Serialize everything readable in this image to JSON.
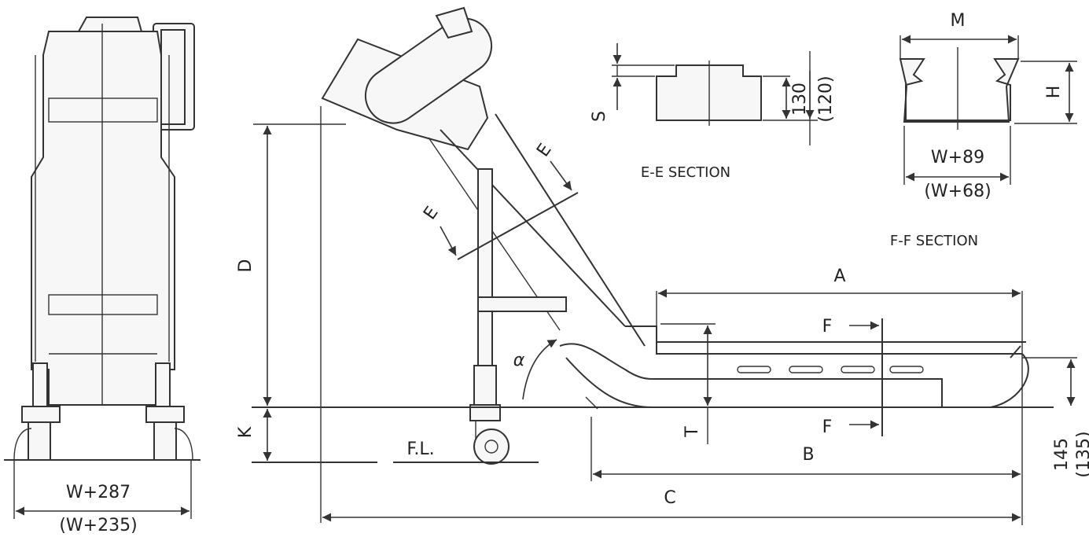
{
  "colors": {
    "line": "#333333",
    "background": "#ffffff",
    "fill": "#f7f7f7"
  },
  "labels": {
    "M": "M",
    "H": "H",
    "S": "S",
    "dim130": "130",
    "dim120": "(120)",
    "ee_section": "E-E SECTION",
    "ff_section": "F-F SECTION",
    "w89": "W+89",
    "w68": "(W+68)",
    "w287": "W+287",
    "w235": "(W+235)",
    "D": "D",
    "K": "K",
    "FL": "F.L.",
    "A": "A",
    "B": "B",
    "C": "C",
    "T": "T",
    "dim145": "145",
    "dim135": "(135)",
    "alpha": "α",
    "E1": "E",
    "E2": "E",
    "F1": "F",
    "F2": "F"
  }
}
